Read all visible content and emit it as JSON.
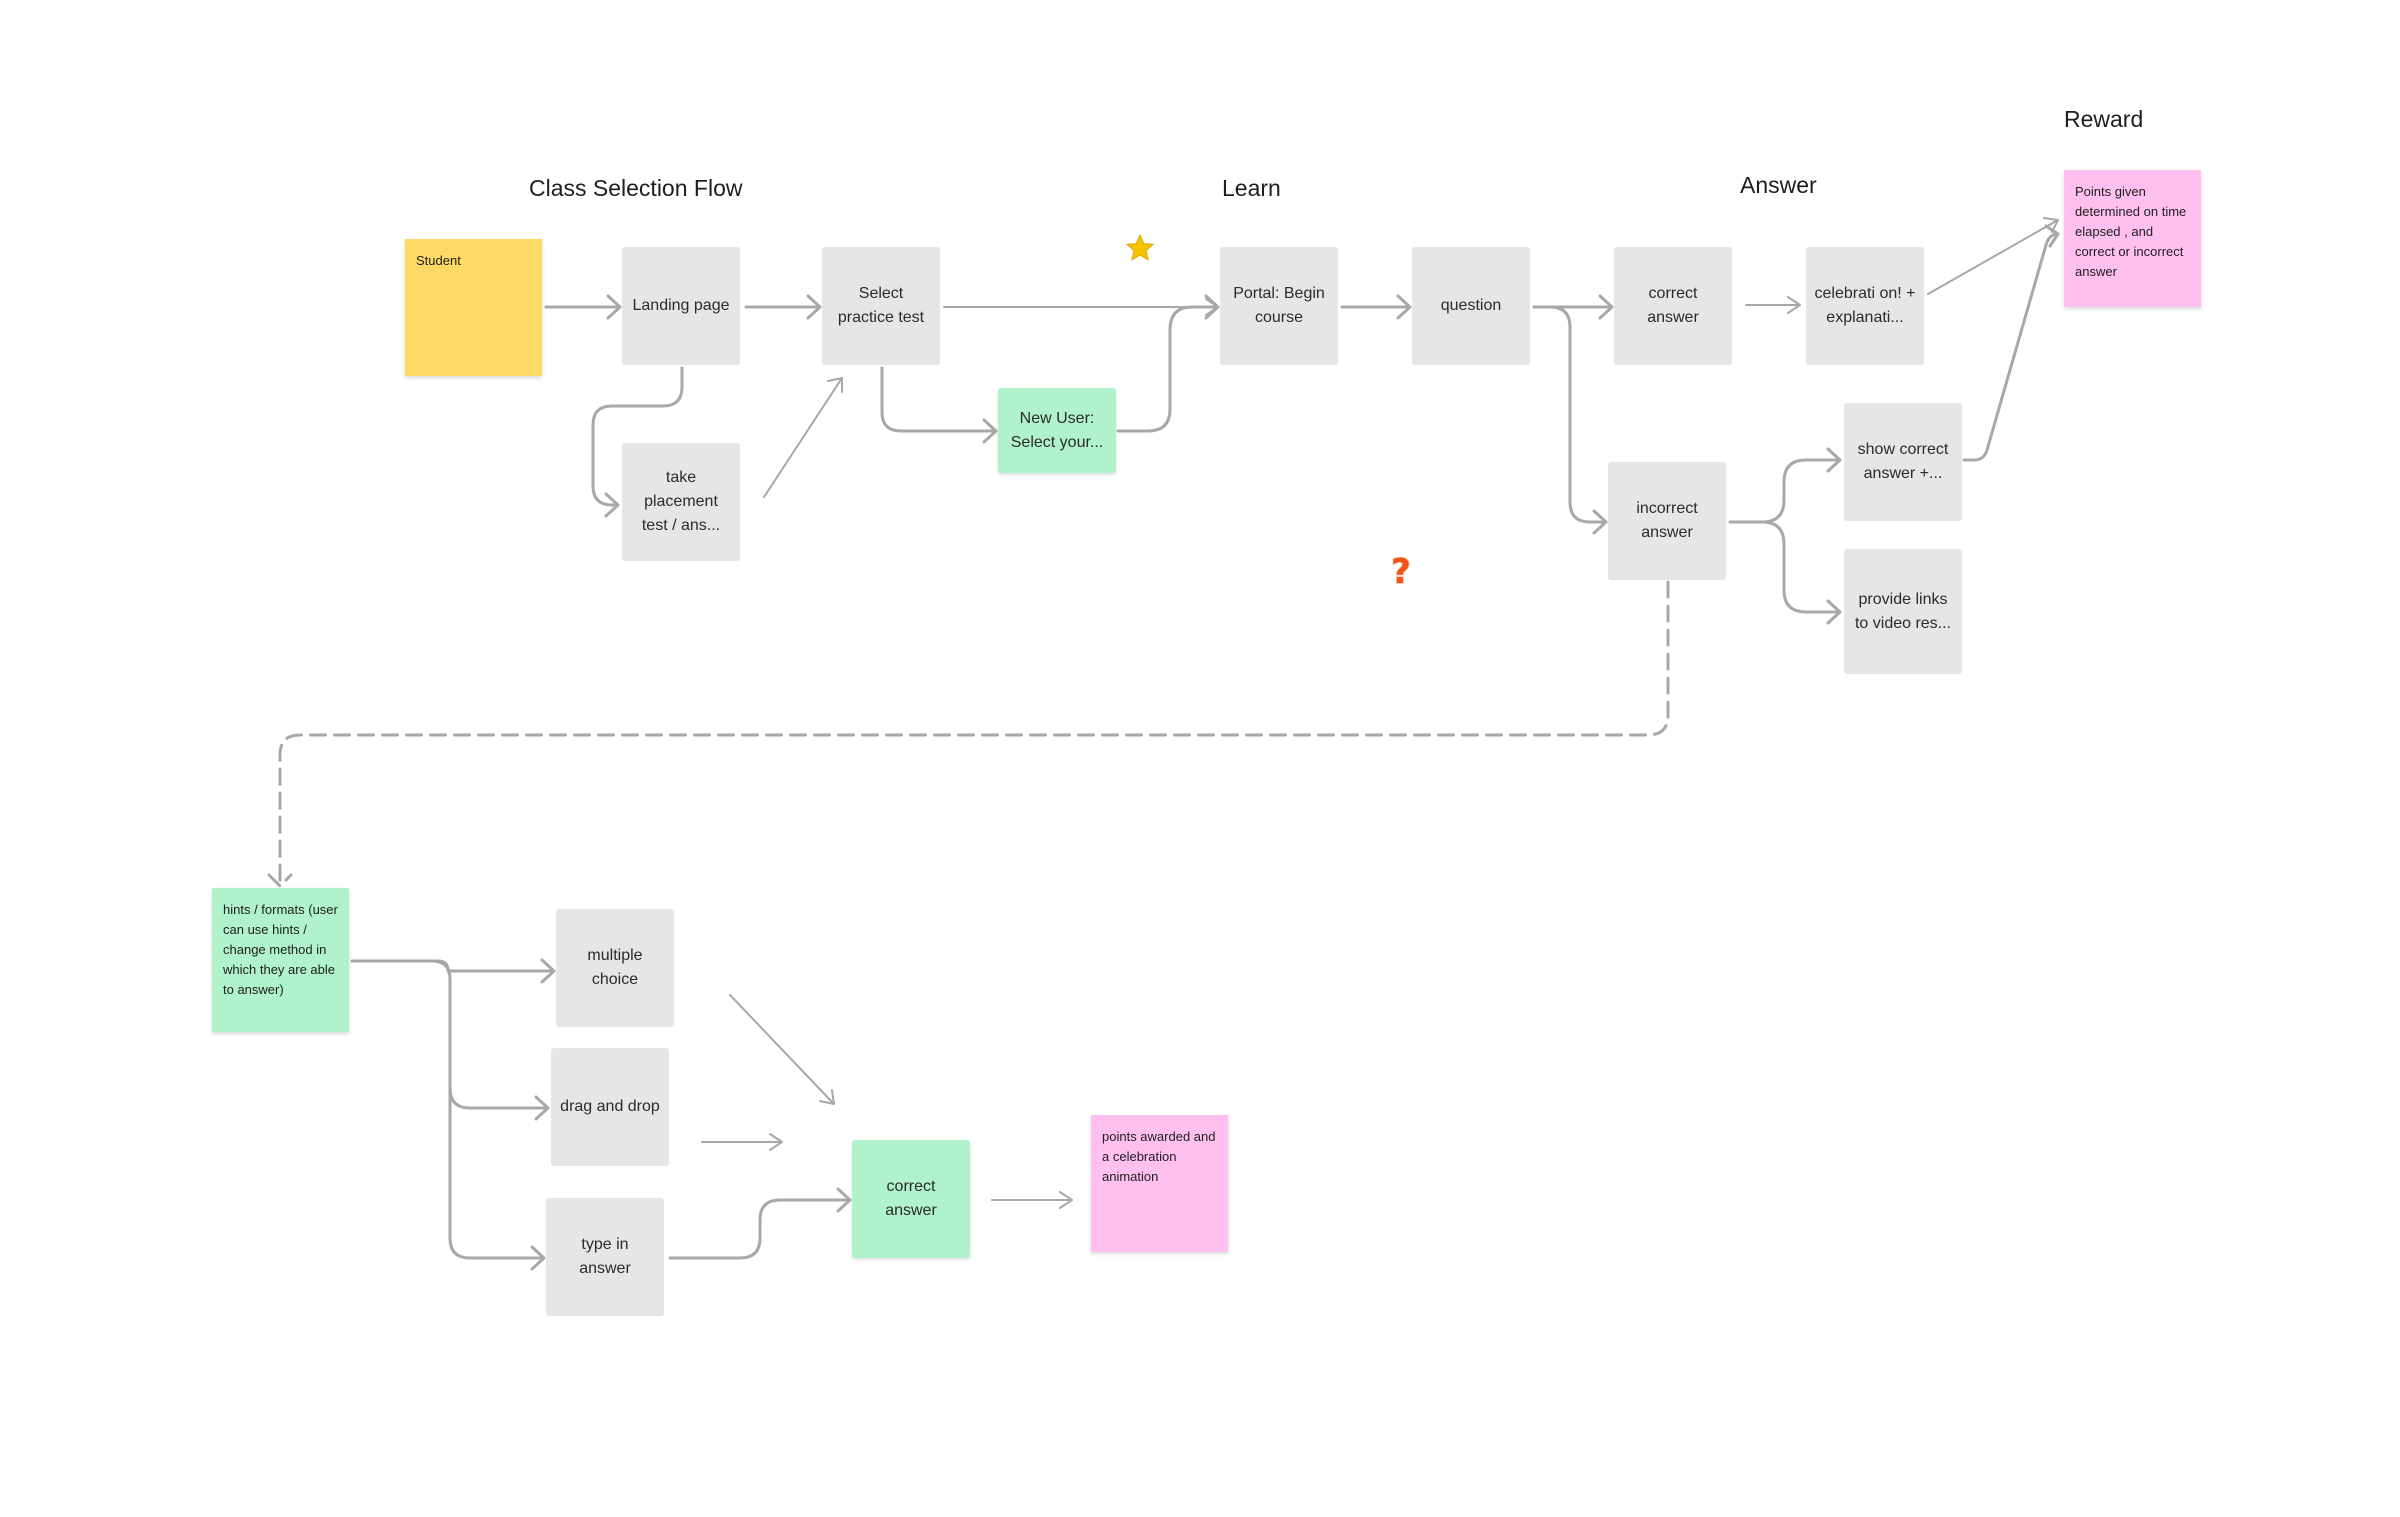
{
  "headings": {
    "class_selection": "Class Selection Flow",
    "learn": "Learn",
    "answer": "Answer",
    "reward": "Reward"
  },
  "stickies": {
    "student": "Student",
    "reward_points": "Points given determined on time elapsed , and correct or incorrect answer",
    "hints": "hints / formats (user can use hints / change method in which they are able to answer)",
    "points_awarded": "points awarded and a celebration animation"
  },
  "nodes": {
    "landing": "Landing page",
    "select_test": "Select practice test",
    "placement": "take placement test / ans...",
    "new_user": "New User: Select your...",
    "portal": "Portal: Begin course",
    "question": "question",
    "correct_answer": "correct answer",
    "celebration": "celebrati on! + explanati...",
    "incorrect_answer": "incorrect answer",
    "show_correct": "show correct answer +...",
    "video_links": "provide links to video res...",
    "multiple_choice": "multiple choice",
    "drag_drop": "drag and drop",
    "type_answer": "type in answer",
    "correct_answer_2": "correct answer"
  },
  "icons": {
    "star": "star-icon",
    "question_mark": "question-mark-icon"
  },
  "colors": {
    "connector": "#a8a8a8",
    "star": "#f5c400",
    "question_mark": "#f2541b",
    "gray_node": "#e6e6e6",
    "green_node": "#aff2cb",
    "yellow_sticky": "#ffd966",
    "pink_sticky": "#ffc0ef"
  }
}
